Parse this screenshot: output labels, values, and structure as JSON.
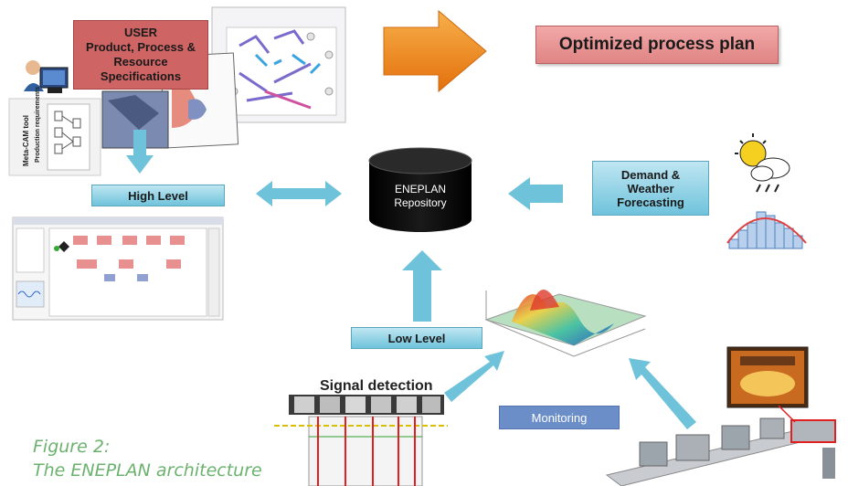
{
  "diagram": {
    "user_box": "USER\nProduct, Process &\nResource\nSpecifications",
    "optimized_plan": "Optimized process plan",
    "high_level": "High Level",
    "low_level": "Low Level",
    "repository": "ENEPLAN\nRepository",
    "demand_weather": "Demand &\nWeather\nForecasting",
    "monitoring": "Monitoring",
    "signal_detection": "Signal detection",
    "meta_cam_label": "Meta-CAM tool",
    "production_requirements_label": "Production requirements"
  },
  "caption": {
    "line1": "Figure 2:",
    "line2": "The ENEPLAN architecture"
  },
  "colors": {
    "user_box": "#cf6464",
    "optimized_plan": "#ea9494",
    "level_box": "#8fd0e4",
    "arrow_blue": "#6ec2da",
    "arrow_orange": "#f08a1c",
    "monitoring": "#6c8ec8",
    "caption": "#6bb26f",
    "repository": "#000000"
  }
}
